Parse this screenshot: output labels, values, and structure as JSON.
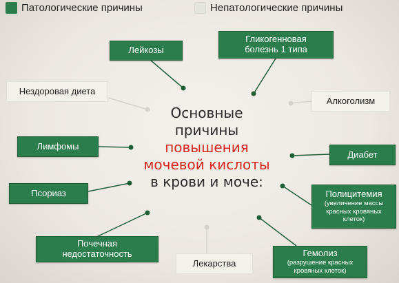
{
  "colors": {
    "pathological": "#2b7d4b",
    "non_pathological": "#e4e6dc",
    "line": "#1f5f38",
    "line_light": "#d4d2cb",
    "highlight": "#d6241c"
  },
  "legend": {
    "pathological": "Патологические причины",
    "non_pathological": "Непатологические причины"
  },
  "center": {
    "line1": "Основные",
    "line2": "причины",
    "line3": "повышения",
    "line4": "мочевой кислоты",
    "line5": "в крови и моче:"
  },
  "nodes": {
    "leukoses": {
      "text": "Лейкозы"
    },
    "glycogen": {
      "line1": "Гликогенновая",
      "line2": "болезнь 1 типа"
    },
    "unhealthy_diet": {
      "text": "Нездоровая диета"
    },
    "alcoholism": {
      "text": "Алкоголизм"
    },
    "lymphomas": {
      "text": "Лимфомы"
    },
    "diabetes": {
      "text": "Диабет"
    },
    "psoriasis": {
      "text": "Псориаз"
    },
    "polycythemia": {
      "title": "Полицитемия",
      "sub1": "(увеличение массы",
      "sub2": "красных кровяных",
      "sub3": "клеток)"
    },
    "renal_failure": {
      "line1": "Почечная",
      "line2": "недостаточность"
    },
    "medications": {
      "text": "Лекарства"
    },
    "hemolysis": {
      "title": "Гемолиз",
      "sub1": "(разрушение красных",
      "sub2": "кровяных клеток)"
    }
  }
}
